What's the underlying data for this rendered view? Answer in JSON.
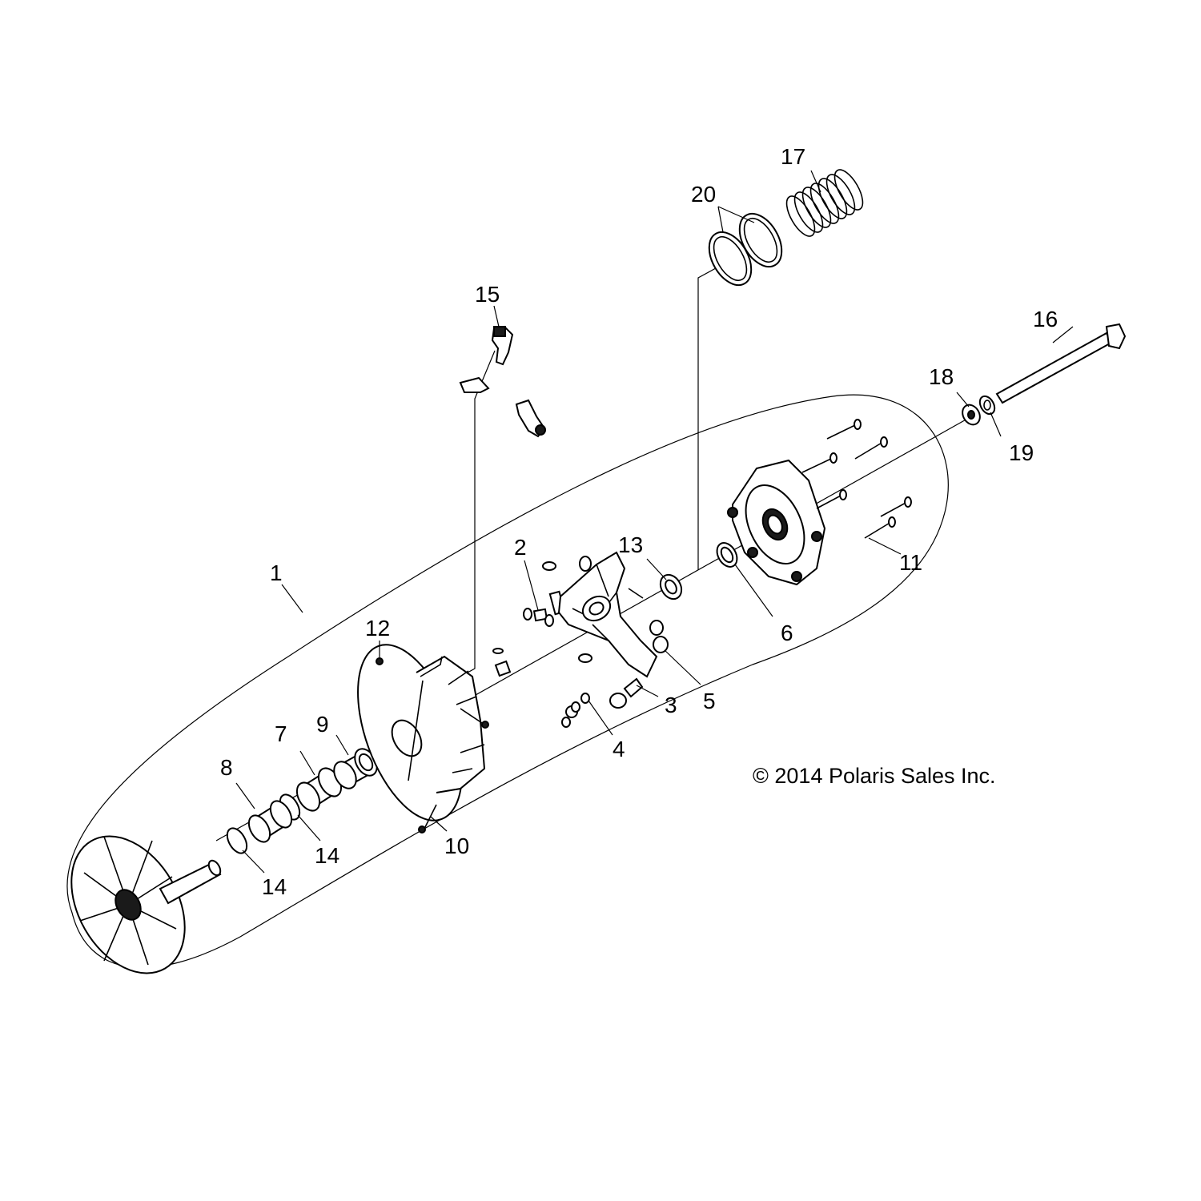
{
  "copyright": "© 2014 Polaris Sales Inc.",
  "callouts": {
    "c1": "1",
    "c2": "2",
    "c3": "3",
    "c4": "4",
    "c5": "5",
    "c6": "6",
    "c7": "7",
    "c8": "8",
    "c9": "9",
    "c10": "10",
    "c11": "11",
    "c12": "12",
    "c13": "13",
    "c14a": "14",
    "c14b": "14",
    "c15": "15",
    "c16": "16",
    "c17": "17",
    "c18": "18",
    "c19": "19",
    "c20": "20"
  }
}
